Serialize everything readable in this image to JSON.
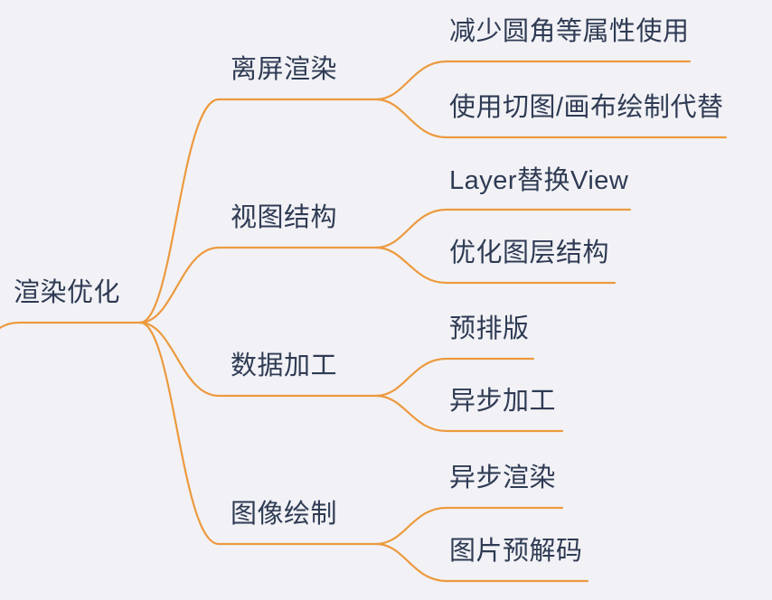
{
  "colors": {
    "connector": "#EC9A3F",
    "text": "#2F3B54",
    "background": "#F2F2F6"
  },
  "mindmap": {
    "root": {
      "label": "渲染优化"
    },
    "branches": [
      {
        "label": "离屏渲染",
        "children": [
          {
            "label": "减少圆角等属性使用"
          },
          {
            "label": "使用切图/画布绘制代替"
          }
        ]
      },
      {
        "label": "视图结构",
        "children": [
          {
            "label": "Layer替换View"
          },
          {
            "label": "优化图层结构"
          }
        ]
      },
      {
        "label": "数据加工",
        "children": [
          {
            "label": "预排版"
          },
          {
            "label": "异步加工"
          }
        ]
      },
      {
        "label": "图像绘制",
        "children": [
          {
            "label": "异步渲染"
          },
          {
            "label": "图片预解码"
          }
        ]
      }
    ]
  }
}
